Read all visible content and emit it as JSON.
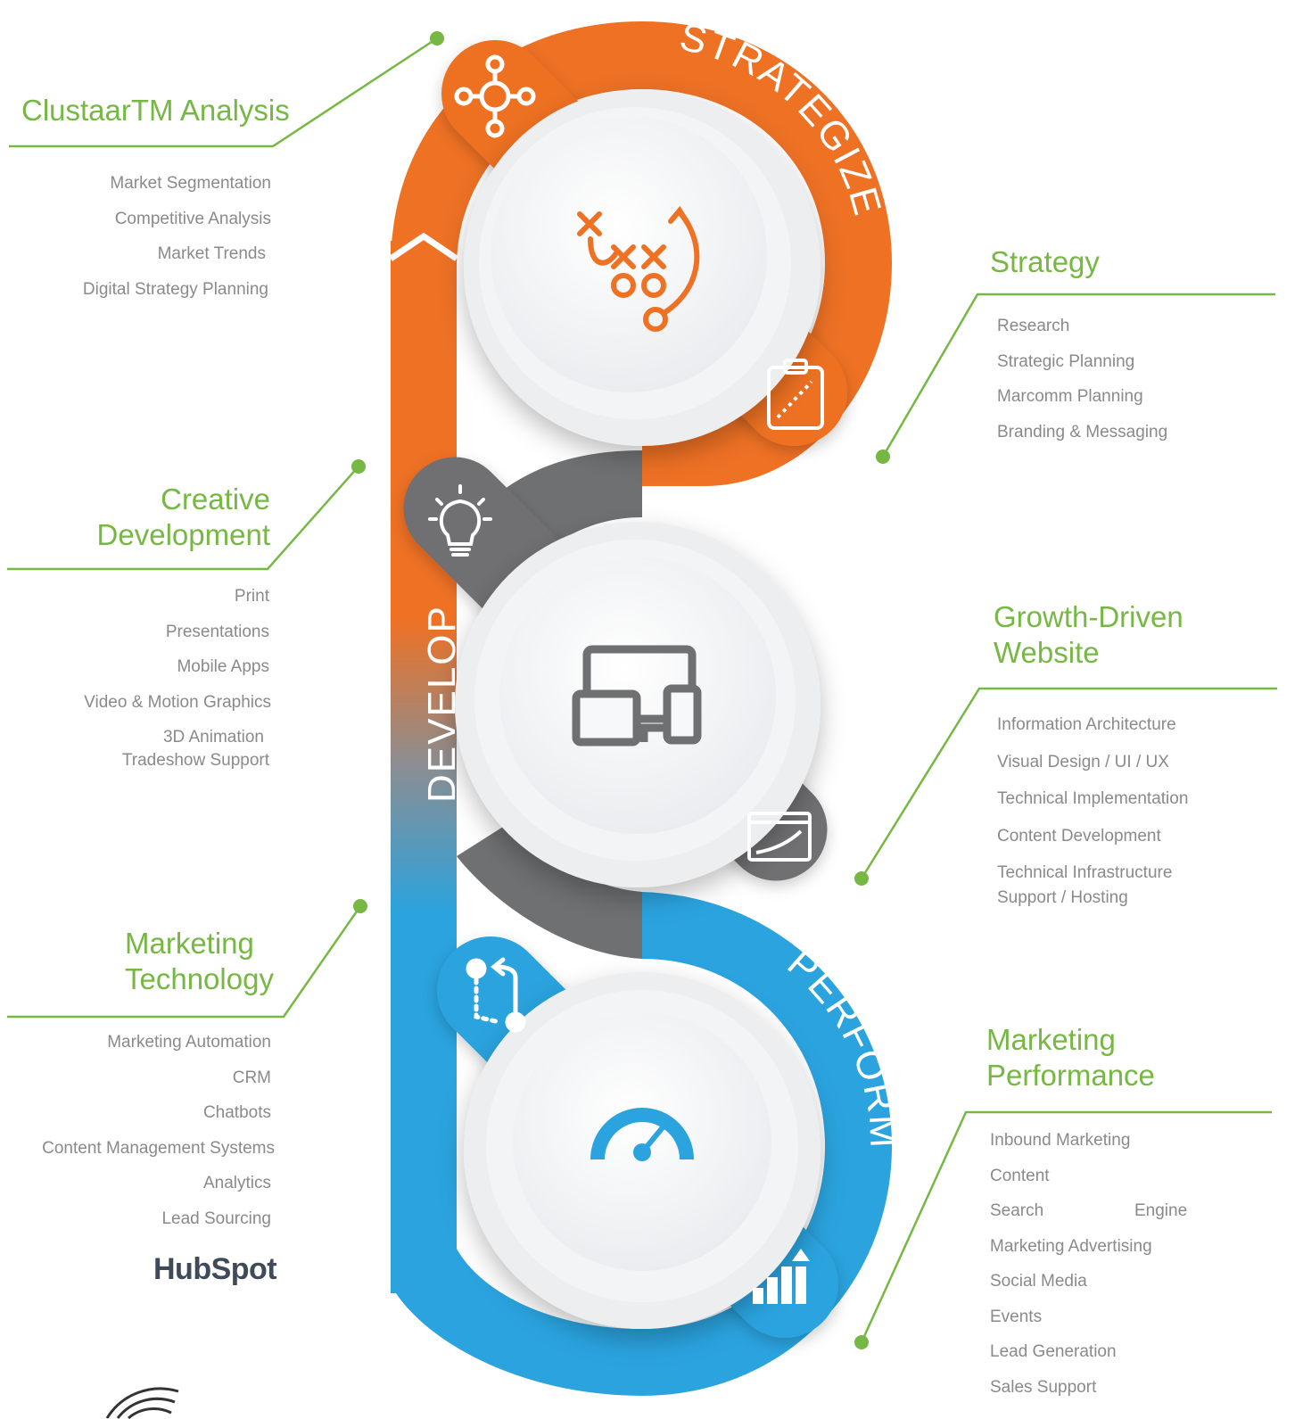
{
  "stages": {
    "strategize": "STRATEGIZE",
    "develop": "DEVELOP",
    "perform": "PERFORM"
  },
  "colors": {
    "orange": "#ee7124",
    "gray": "#6f7072",
    "blue": "#2aa3de",
    "green": "#76b843",
    "text": "#8a8a8a"
  },
  "left": {
    "analysis": {
      "title": "ClustaarTM Analysis",
      "items": [
        "Market Segmentation",
        "Competitive Analysis",
        "Market Trends",
        "Digital Strategy Planning"
      ]
    },
    "creative": {
      "title_line1": "Creative",
      "title_line2": "Development",
      "items": [
        "Print",
        "Presentations",
        "Mobile Apps",
        "Video & Motion Graphics",
        "3D Animation",
        "Tradeshow Support"
      ]
    },
    "martech": {
      "title_line1": "Marketing",
      "title_line2": "Technology",
      "items": [
        "Marketing Automation",
        "CRM",
        "Chatbots",
        "Content Management Systems",
        "Analytics",
        "Lead Sourcing"
      ],
      "logo_text": "HubSpot"
    }
  },
  "right": {
    "strategy": {
      "title": "Strategy",
      "items": [
        "Research",
        "Strategic Planning",
        "Marcomm Planning",
        "Branding & Messaging"
      ]
    },
    "website": {
      "title_line1": "Growth-Driven",
      "title_line2": "Website",
      "items": [
        "Information Architecture",
        "Visual Design / UI / UX",
        "Technical Implementation",
        "Content Development",
        "Technical Infrastructure",
        "Support / Hosting"
      ]
    },
    "performance": {
      "title_line1": "Marketing",
      "title_line2": "Performance",
      "items": [
        "Inbound Marketing",
        "Content",
        "Search",
        "Engine",
        "Marketing Advertising",
        "Social Media",
        "Events",
        "Lead Generation",
        "Sales Support"
      ]
    }
  },
  "icons": [
    "network-icon",
    "playbook-icon",
    "clipboard-icon",
    "lightbulb-icon",
    "devices-icon",
    "chart-window-icon",
    "workflow-icon",
    "speedometer-icon",
    "bar-chart-icon"
  ]
}
